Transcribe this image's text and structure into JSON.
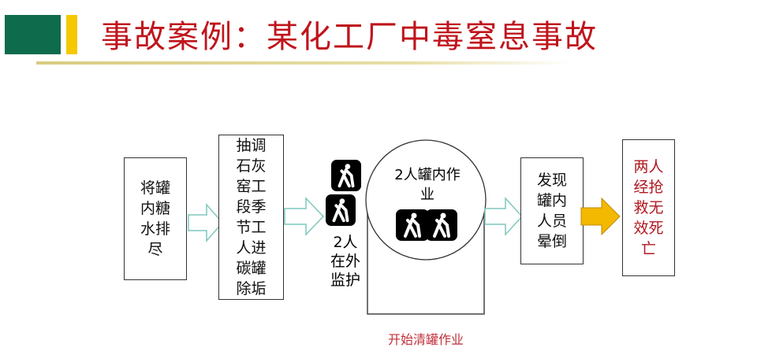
{
  "title": "事故案例：某化工厂中毒窒息事故",
  "colors": {
    "green": "#0e6b4c",
    "yellow": "#f5c800",
    "title_red": "#c0141c",
    "arrow_teal": "#7fc7be",
    "arrow_yellow": "#f3b800"
  },
  "steps": [
    {
      "text": "将罐内糖水排尽"
    },
    {
      "text": "抽调石灰窑工段季节工人进碳罐除垢"
    },
    {
      "text": "发现罐内人员晕倒"
    },
    {
      "text": "两人经抢救无效死亡"
    }
  ],
  "tank": {
    "inside_label": "2人罐内作业",
    "outside_label": "2人在外监护",
    "caption": "开始清罐作业"
  },
  "icons": [
    "hiker-icon"
  ]
}
